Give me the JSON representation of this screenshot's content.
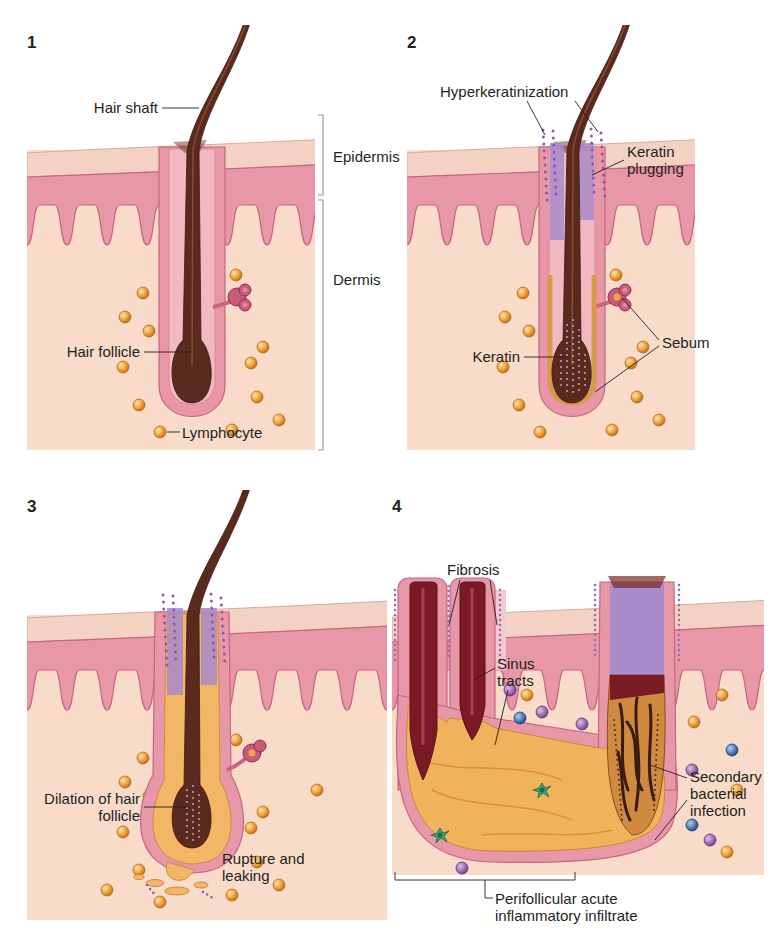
{
  "diagram": {
    "labels": [
      "1",
      "Hair shaft",
      "Epidermis",
      "Dermis",
      "Hair follicle",
      "Lymphocyte",
      "2",
      "Hyperkeratinization",
      "Keratin plugging",
      "Keratin",
      "Sebum",
      "3",
      "Dilation of hair follicle",
      "Rupture and leaking",
      "4",
      "Fibrosis",
      "Sinus tracts",
      "Secondary bacterial infection",
      "Perifollicular acute inflammatory infiltrate"
    ]
  }
}
